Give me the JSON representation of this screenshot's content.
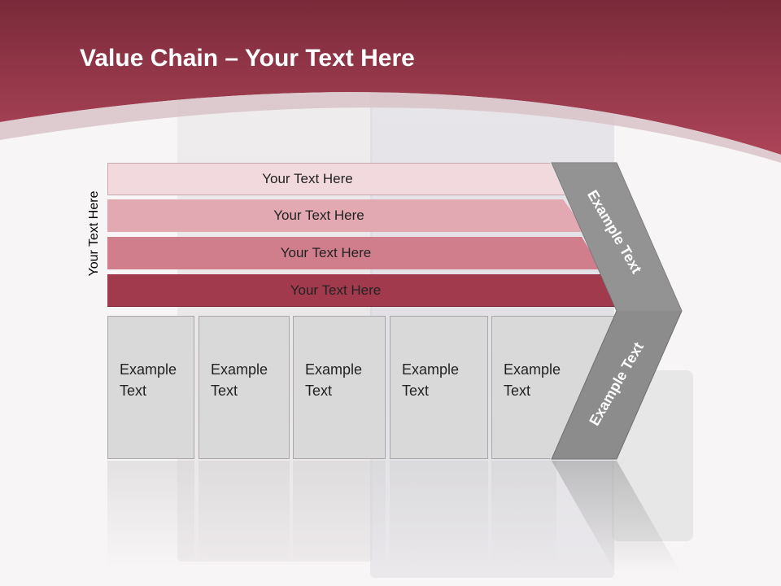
{
  "title": {
    "bold": "Value Chain",
    "rest": " – Your Text Here"
  },
  "side_label": "Your Text Here",
  "bars": [
    {
      "label": "Your Text Here"
    },
    {
      "label": "Your Text Here"
    },
    {
      "label": "Your Text Here"
    },
    {
      "label": "Your Text Here"
    }
  ],
  "boxes": [
    {
      "line1": "Example",
      "line2": "Text"
    },
    {
      "line1": "Example",
      "line2": "Text"
    },
    {
      "line1": "Example",
      "line2": "Text"
    },
    {
      "line1": "Example",
      "line2": "Text"
    },
    {
      "line1": "Example",
      "line2": "Text"
    }
  ],
  "chevron": {
    "top_label": "Example Text",
    "bottom_label": "Example Text"
  },
  "colors": {
    "header_dark": "#7a2a3a",
    "header_light": "#a83f52",
    "bar1": "#f2d9de",
    "bar2": "#e2a9b3",
    "bar3": "#d07e8c",
    "bar4": "#a23a4d",
    "box": "#d9d9d9",
    "chevron": "#8c8c8c"
  }
}
